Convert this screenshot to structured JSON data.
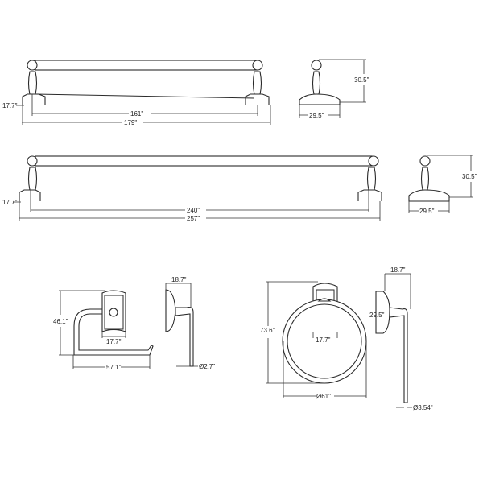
{
  "drawing": {
    "towel_bar_18": {
      "height_offset": "17.7\"",
      "mount_spacing": "161\"",
      "overall_length": "179\"",
      "side_height": "30.5\"",
      "side_depth": "29.5\""
    },
    "towel_bar_24": {
      "height_offset": "17.7\"",
      "mount_spacing": "240\"",
      "overall_length": "257\"",
      "side_height": "30.5\"",
      "side_depth": "29.5\""
    },
    "paper_holder": {
      "height": "46.1\"",
      "plate_width": "17.7\"",
      "overall_width": "57.1\"",
      "depth": "18.7\"",
      "arm_diameter": "Ø2.7\""
    },
    "towel_ring": {
      "height": "73.6\"",
      "plate_width": "17.7\"",
      "ring_diameter": "Ø61\"",
      "depth": "18.7\"",
      "plate_height": "29.5\"",
      "rod_diameter": "Ø3.54\""
    }
  }
}
